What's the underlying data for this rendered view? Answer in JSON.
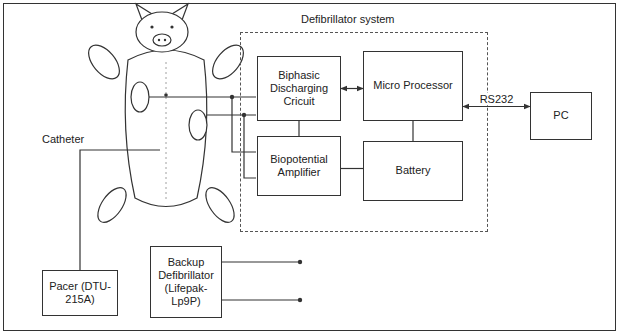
{
  "diagram": {
    "nodes": [
      {
        "text": [
          "Defibrillator system"
        ]
      },
      {
        "text": [
          "Biphasic Discharging Cricuit"
        ],
        "in": 0
      },
      {
        "text": [
          "Micro Processor"
        ],
        "in": 0
      },
      {
        "text": [
          "Biopotential Amplifier"
        ],
        "in": 0
      },
      {
        "text": [
          "Battery"
        ],
        "in": 0
      },
      {
        "text": [
          "PC"
        ]
      },
      {
        "text": [
          "Pacer (DTU-215A)"
        ]
      },
      {
        "text": [
          "Backup Defibrillator (Lifepak- Lp9P)"
        ]
      }
    ],
    "edges": [
      {
        "from": 1,
        "to": 2,
        "arrow": "both"
      },
      {
        "from": 2,
        "to": 5,
        "label": "RS232",
        "arrow": "both"
      },
      {
        "from": 1,
        "to": 3,
        "arrow": "none"
      },
      {
        "from": 2,
        "to": 4,
        "arrow": "none"
      },
      {
        "from": 4,
        "to": 3,
        "arrow": "none"
      }
    ],
    "labels": [
      "Catheter"
    ]
  }
}
